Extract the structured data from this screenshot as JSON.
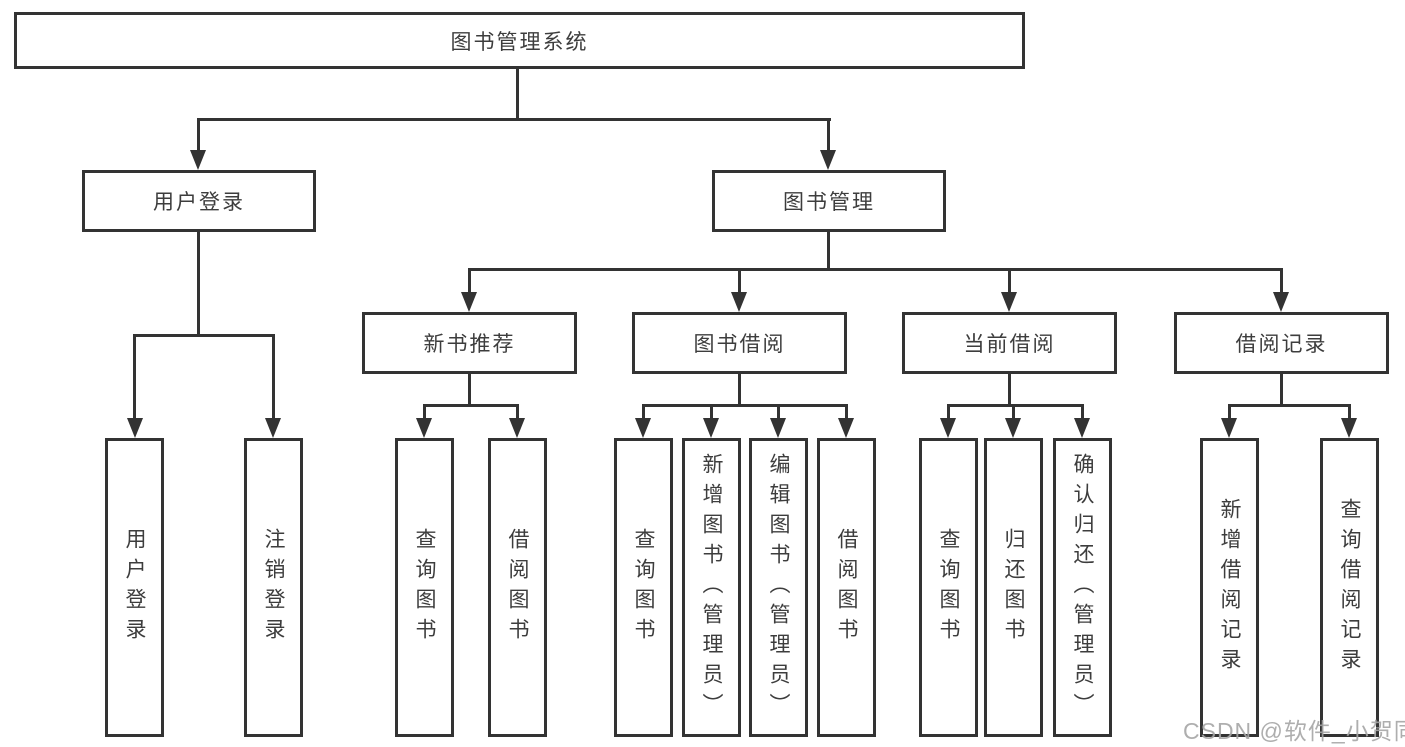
{
  "diagram": {
    "root": {
      "label": "图书管理系统"
    },
    "level2": [
      {
        "label": "用户登录"
      },
      {
        "label": "图书管理"
      }
    ],
    "level3": [
      {
        "label": "新书推荐"
      },
      {
        "label": "图书借阅"
      },
      {
        "label": "当前借阅"
      },
      {
        "label": "借阅记录"
      }
    ],
    "leaves": [
      {
        "label": "用户登录"
      },
      {
        "label": "注销登录"
      },
      {
        "label": "查询图书"
      },
      {
        "label": "借阅图书"
      },
      {
        "label": "查询图书"
      },
      {
        "label": "新增图书（管理员）"
      },
      {
        "label": "编辑图书（管理员）"
      },
      {
        "label": "借阅图书"
      },
      {
        "label": "查询图书"
      },
      {
        "label": "归还图书"
      },
      {
        "label": "确认归还（管理员）"
      },
      {
        "label": "新增借阅记录"
      },
      {
        "label": "查询借阅记录"
      }
    ]
  },
  "watermark": {
    "text": "CSDN @软件_小贺同学"
  },
  "colors": {
    "background": "#ffffff",
    "line": "#333333",
    "text": "#3d3d3d",
    "watermark": "#a5a5a5"
  }
}
